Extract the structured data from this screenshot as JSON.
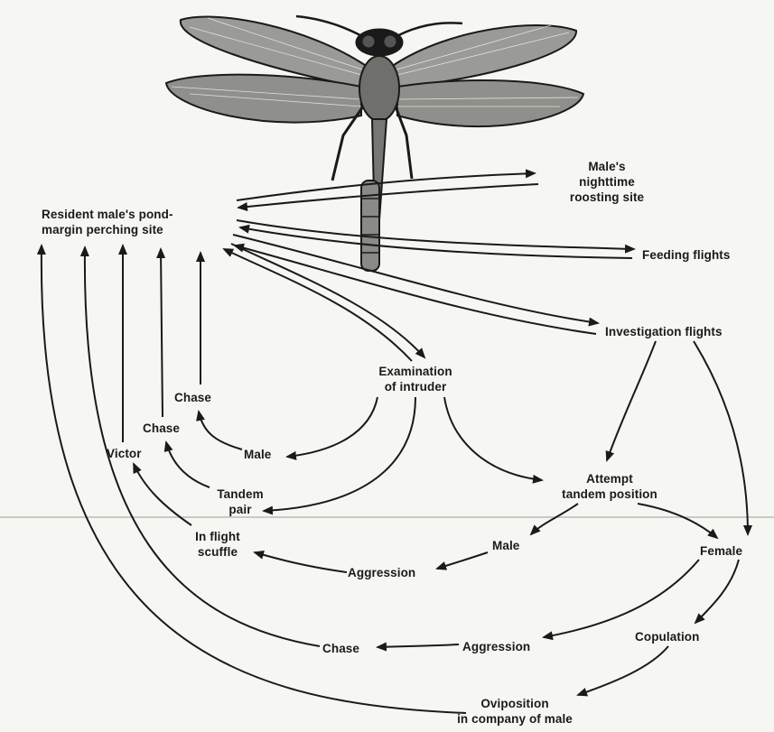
{
  "labels": {
    "perch": [
      "Resident male's pond-",
      "margin perching site"
    ],
    "roost": [
      "Male's",
      "nighttime",
      "roosting site"
    ],
    "feeding": "Feeding flights",
    "investigation": "Investigation flights",
    "examination": [
      "Examination",
      "of intruder"
    ],
    "chase1": "Chase",
    "chase2": "Chase",
    "victor": "Victor",
    "male1": "Male",
    "tandem_pair": [
      "Tandem",
      "pair"
    ],
    "attempt": [
      "Attempt",
      "tandem position"
    ],
    "in_flight": [
      "In flight",
      "scuffle"
    ],
    "male2": "Male",
    "female": "Female",
    "aggression1": "Aggression",
    "aggression2": "Aggression",
    "chase3": "Chase",
    "copulation": "Copulation",
    "oviposition": [
      "Oviposition",
      "in company of male"
    ]
  },
  "colors": {
    "ink": "#1a1a1a",
    "paper": "#f6f6f3"
  }
}
